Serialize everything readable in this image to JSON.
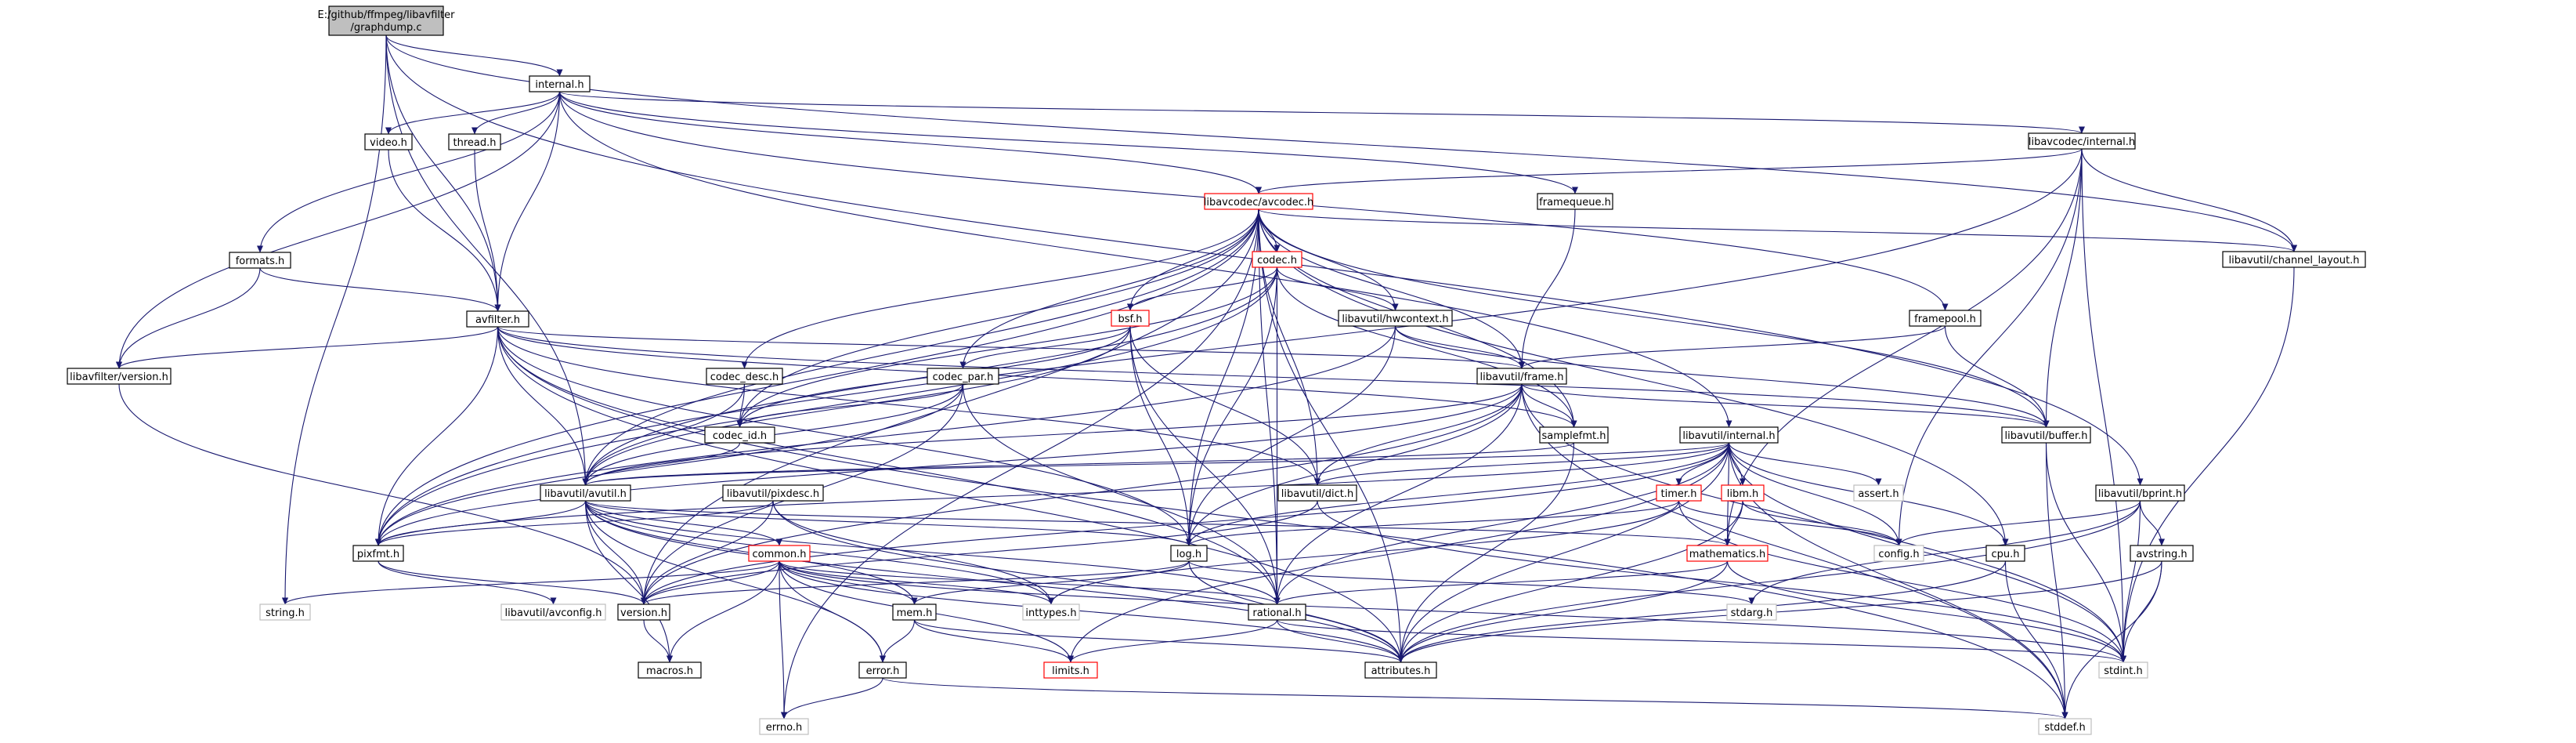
{
  "graph": {
    "root": {
      "id": "root",
      "lines": [
        "E:/github/ffmpeg/libavfilter",
        "/graphdump.c"
      ]
    },
    "nodes": [
      {
        "id": "internal_h",
        "label": "internal.h"
      },
      {
        "id": "video_h",
        "label": "video.h"
      },
      {
        "id": "thread_h",
        "label": "thread.h"
      },
      {
        "id": "formats_h",
        "label": "formats.h"
      },
      {
        "id": "avfilter_h",
        "label": "avfilter.h"
      },
      {
        "id": "lavfi_version",
        "label": "libavfilter/version.h"
      },
      {
        "id": "string_h",
        "label": "string.h"
      },
      {
        "id": "avcodec_internal",
        "label": "libavcodec/internal.h"
      },
      {
        "id": "avcodec_h",
        "label": "libavcodec/avcodec.h"
      },
      {
        "id": "framequeue_h",
        "label": "framequeue.h"
      },
      {
        "id": "codec_h",
        "label": "codec.h"
      },
      {
        "id": "bsf_h",
        "label": "bsf.h"
      },
      {
        "id": "hwcontext_h",
        "label": "libavutil/hwcontext.h"
      },
      {
        "id": "framepool_h",
        "label": "framepool.h"
      },
      {
        "id": "channel_layout",
        "label": "libavutil/channel_layout.h"
      },
      {
        "id": "codec_desc",
        "label": "codec_desc.h"
      },
      {
        "id": "codec_par",
        "label": "codec_par.h"
      },
      {
        "id": "codec_id",
        "label": "codec_id.h"
      },
      {
        "id": "frame_h",
        "label": "libavutil/frame.h"
      },
      {
        "id": "samplefmt_h",
        "label": "samplefmt.h"
      },
      {
        "id": "buffer_h",
        "label": "libavutil/buffer.h"
      },
      {
        "id": "avutil_internal",
        "label": "libavutil/internal.h"
      },
      {
        "id": "avutil_h",
        "label": "libavutil/avutil.h"
      },
      {
        "id": "pixdesc_h",
        "label": "libavutil/pixdesc.h"
      },
      {
        "id": "dict_h",
        "label": "libavutil/dict.h"
      },
      {
        "id": "timer_h",
        "label": "timer.h"
      },
      {
        "id": "libm_h",
        "label": "libm.h"
      },
      {
        "id": "assert_h",
        "label": "assert.h"
      },
      {
        "id": "bprint_h",
        "label": "libavutil/bprint.h"
      },
      {
        "id": "pixfmt_h",
        "label": "pixfmt.h"
      },
      {
        "id": "common_h",
        "label": "common.h"
      },
      {
        "id": "log_h",
        "label": "log.h"
      },
      {
        "id": "mathematics_h",
        "label": "mathematics.h"
      },
      {
        "id": "config_h",
        "label": "config.h"
      },
      {
        "id": "cpu_h",
        "label": "cpu.h"
      },
      {
        "id": "avstring_h",
        "label": "avstring.h"
      },
      {
        "id": "avconfig_h",
        "label": "libavutil/avconfig.h"
      },
      {
        "id": "version_h",
        "label": "version.h"
      },
      {
        "id": "inttypes_h",
        "label": "inttypes.h"
      },
      {
        "id": "mem_h",
        "label": "mem.h"
      },
      {
        "id": "rational_h",
        "label": "rational.h"
      },
      {
        "id": "stdarg_h",
        "label": "stdarg.h"
      },
      {
        "id": "macros_h",
        "label": "macros.h"
      },
      {
        "id": "error_h",
        "label": "error.h"
      },
      {
        "id": "limits_h",
        "label": "limits.h"
      },
      {
        "id": "attributes_h",
        "label": "attributes.h"
      },
      {
        "id": "stdint_h",
        "label": "stdint.h"
      },
      {
        "id": "errno_h",
        "label": "errno.h"
      },
      {
        "id": "stddef_h",
        "label": "stddef.h"
      }
    ],
    "edges": [
      [
        "root",
        "internal_h"
      ],
      [
        "root",
        "avfilter_h"
      ],
      [
        "root",
        "string_h"
      ],
      [
        "root",
        "avutil_h"
      ],
      [
        "root",
        "channel_layout"
      ],
      [
        "root",
        "bprint_h"
      ],
      [
        "internal_h",
        "video_h"
      ],
      [
        "internal_h",
        "thread_h"
      ],
      [
        "internal_h",
        "formats_h"
      ],
      [
        "internal_h",
        "avfilter_h"
      ],
      [
        "internal_h",
        "lavfi_version"
      ],
      [
        "internal_h",
        "avcodec_internal"
      ],
      [
        "internal_h",
        "avcodec_h"
      ],
      [
        "internal_h",
        "framequeue_h"
      ],
      [
        "internal_h",
        "framepool_h"
      ],
      [
        "internal_h",
        "avutil_internal"
      ],
      [
        "video_h",
        "avfilter_h"
      ],
      [
        "thread_h",
        "avfilter_h"
      ],
      [
        "formats_h",
        "avfilter_h"
      ],
      [
        "formats_h",
        "lavfi_version"
      ],
      [
        "avfilter_h",
        "lavfi_version"
      ],
      [
        "avfilter_h",
        "avutil_h"
      ],
      [
        "avfilter_h",
        "pixfmt_h"
      ],
      [
        "avfilter_h",
        "frame_h"
      ],
      [
        "avfilter_h",
        "buffer_h"
      ],
      [
        "avfilter_h",
        "dict_h"
      ],
      [
        "avfilter_h",
        "log_h"
      ],
      [
        "avfilter_h",
        "samplefmt_h"
      ],
      [
        "avfilter_h",
        "rational_h"
      ],
      [
        "avfilter_h",
        "attributes_h"
      ],
      [
        "avfilter_h",
        "stddef_h"
      ],
      [
        "lavfi_version",
        "version_h"
      ],
      [
        "avcodec_internal",
        "avcodec_h"
      ],
      [
        "avcodec_internal",
        "buffer_h"
      ],
      [
        "avcodec_internal",
        "channel_layout"
      ],
      [
        "avcodec_internal",
        "mathematics_h"
      ],
      [
        "avcodec_internal",
        "pixfmt_h"
      ],
      [
        "avcodec_internal",
        "stdint_h"
      ],
      [
        "avcodec_internal",
        "config_h"
      ],
      [
        "avcodec_h",
        "codec_h"
      ],
      [
        "avcodec_h",
        "bsf_h"
      ],
      [
        "avcodec_h",
        "hwcontext_h"
      ],
      [
        "avcodec_h",
        "codec_desc"
      ],
      [
        "avcodec_h",
        "codec_par"
      ],
      [
        "avcodec_h",
        "codec_id"
      ],
      [
        "avcodec_h",
        "frame_h"
      ],
      [
        "avcodec_h",
        "samplefmt_h"
      ],
      [
        "avcodec_h",
        "buffer_h"
      ],
      [
        "avcodec_h",
        "channel_layout"
      ],
      [
        "avcodec_h",
        "avutil_h"
      ],
      [
        "avcodec_h",
        "pixfmt_h"
      ],
      [
        "avcodec_h",
        "dict_h"
      ],
      [
        "avcodec_h",
        "log_h"
      ],
      [
        "avcodec_h",
        "rational_h"
      ],
      [
        "avcodec_h",
        "attributes_h"
      ],
      [
        "avcodec_h",
        "cpu_h"
      ],
      [
        "avcodec_h",
        "errno_h"
      ],
      [
        "avcodec_h",
        "version_h"
      ],
      [
        "codec_h",
        "bsf_h"
      ],
      [
        "codec_h",
        "hwcontext_h"
      ],
      [
        "codec_h",
        "codec_id"
      ],
      [
        "codec_h",
        "avutil_h"
      ],
      [
        "codec_h",
        "samplefmt_h"
      ],
      [
        "codec_h",
        "log_h"
      ],
      [
        "codec_h",
        "rational_h"
      ],
      [
        "codec_h",
        "pixfmt_h"
      ],
      [
        "bsf_h",
        "codec_par"
      ],
      [
        "bsf_h",
        "codec_id"
      ],
      [
        "bsf_h",
        "dict_h"
      ],
      [
        "bsf_h",
        "log_h"
      ],
      [
        "bsf_h",
        "rational_h"
      ],
      [
        "bsf_h",
        "avutil_h"
      ],
      [
        "hwcontext_h",
        "frame_h"
      ],
      [
        "hwcontext_h",
        "buffer_h"
      ],
      [
        "hwcontext_h",
        "pixfmt_h"
      ],
      [
        "hwcontext_h",
        "log_h"
      ],
      [
        "framequeue_h",
        "frame_h"
      ],
      [
        "framepool_h",
        "frame_h"
      ],
      [
        "framepool_h",
        "buffer_h"
      ],
      [
        "channel_layout",
        "stdint_h"
      ],
      [
        "codec_desc",
        "codec_id"
      ],
      [
        "codec_desc",
        "avutil_h"
      ],
      [
        "codec_par",
        "codec_id"
      ],
      [
        "codec_par",
        "avutil_h"
      ],
      [
        "codec_par",
        "pixfmt_h"
      ],
      [
        "codec_par",
        "rational_h"
      ],
      [
        "codec_par",
        "version_h"
      ],
      [
        "codec_id",
        "avutil_h"
      ],
      [
        "frame_h",
        "avutil_h"
      ],
      [
        "frame_h",
        "buffer_h"
      ],
      [
        "frame_h",
        "dict_h"
      ],
      [
        "frame_h",
        "rational_h"
      ],
      [
        "frame_h",
        "samplefmt_h"
      ],
      [
        "frame_h",
        "pixfmt_h"
      ],
      [
        "frame_h",
        "version_h"
      ],
      [
        "frame_h",
        "stddef_h"
      ],
      [
        "frame_h",
        "stdint_h"
      ],
      [
        "frame_h",
        "log_h"
      ],
      [
        "samplefmt_h",
        "avutil_h"
      ],
      [
        "samplefmt_h",
        "attributes_h"
      ],
      [
        "buffer_h",
        "stddef_h"
      ],
      [
        "buffer_h",
        "stdint_h"
      ],
      [
        "avutil_internal",
        "avutil_h"
      ],
      [
        "avutil_internal",
        "assert_h"
      ],
      [
        "avutil_internal",
        "timer_h"
      ],
      [
        "avutil_internal",
        "libm_h"
      ],
      [
        "avutil_internal",
        "config_h"
      ],
      [
        "avutil_internal",
        "dict_h"
      ],
      [
        "avutil_internal",
        "pixfmt_h"
      ],
      [
        "avutil_internal",
        "version_h"
      ],
      [
        "avutil_internal",
        "attributes_h"
      ],
      [
        "avutil_internal",
        "cpu_h"
      ],
      [
        "avutil_internal",
        "stdint_h"
      ],
      [
        "avutil_internal",
        "stddef_h"
      ],
      [
        "avutil_internal",
        "mathematics_h"
      ],
      [
        "avutil_internal",
        "limits_h"
      ],
      [
        "avutil_internal",
        "log_h"
      ],
      [
        "avutil_internal",
        "rational_h"
      ],
      [
        "avutil_h",
        "pixfmt_h"
      ],
      [
        "avutil_h",
        "common_h"
      ],
      [
        "avutil_h",
        "log_h"
      ],
      [
        "avutil_h",
        "mathematics_h"
      ],
      [
        "avutil_h",
        "macros_h"
      ],
      [
        "avutil_h",
        "version_h"
      ],
      [
        "avutil_h",
        "rational_h"
      ],
      [
        "avutil_h",
        "attributes_h"
      ],
      [
        "avutil_h",
        "error_h"
      ],
      [
        "avutil_h",
        "mem_h"
      ],
      [
        "avutil_h",
        "inttypes_h"
      ],
      [
        "pixdesc_h",
        "pixfmt_h"
      ],
      [
        "pixdesc_h",
        "version_h"
      ],
      [
        "pixdesc_h",
        "inttypes_h"
      ],
      [
        "pixdesc_h",
        "attributes_h"
      ],
      [
        "dict_h",
        "stdint_h"
      ],
      [
        "dict_h",
        "version_h"
      ],
      [
        "timer_h",
        "config_h"
      ],
      [
        "timer_h",
        "log_h"
      ],
      [
        "timer_h",
        "inttypes_h"
      ],
      [
        "timer_h",
        "stdint_h"
      ],
      [
        "libm_h",
        "config_h"
      ],
      [
        "libm_h",
        "mathematics_h"
      ],
      [
        "libm_h",
        "attributes_h"
      ],
      [
        "bprint_h",
        "stdarg_h"
      ],
      [
        "bprint_h",
        "avstring_h"
      ],
      [
        "bprint_h",
        "attributes_h"
      ],
      [
        "bprint_h",
        "stdint_h"
      ],
      [
        "bprint_h",
        "config_h"
      ],
      [
        "pixfmt_h",
        "avconfig_h"
      ],
      [
        "pixfmt_h",
        "version_h"
      ],
      [
        "common_h",
        "string_h"
      ],
      [
        "common_h",
        "version_h"
      ],
      [
        "common_h",
        "macros_h"
      ],
      [
        "common_h",
        "mem_h"
      ],
      [
        "common_h",
        "inttypes_h"
      ],
      [
        "common_h",
        "error_h"
      ],
      [
        "common_h",
        "limits_h"
      ],
      [
        "common_h",
        "attributes_h"
      ],
      [
        "common_h",
        "errno_h"
      ],
      [
        "common_h",
        "stdint_h"
      ],
      [
        "common_h",
        "rational_h"
      ],
      [
        "log_h",
        "version_h"
      ],
      [
        "log_h",
        "attributes_h"
      ],
      [
        "log_h",
        "stdarg_h"
      ],
      [
        "log_h",
        "mem_h"
      ],
      [
        "mathematics_h",
        "rational_h"
      ],
      [
        "mathematics_h",
        "attributes_h"
      ],
      [
        "mathematics_h",
        "stdint_h"
      ],
      [
        "cpu_h",
        "attributes_h"
      ],
      [
        "cpu_h",
        "stddef_h"
      ],
      [
        "avstring_h",
        "stdint_h"
      ],
      [
        "avstring_h",
        "stddef_h"
      ],
      [
        "avstring_h",
        "attributes_h"
      ],
      [
        "version_h",
        "macros_h"
      ],
      [
        "mem_h",
        "error_h"
      ],
      [
        "mem_h",
        "limits_h"
      ],
      [
        "mem_h",
        "attributes_h"
      ],
      [
        "rational_h",
        "attributes_h"
      ],
      [
        "rational_h",
        "limits_h"
      ],
      [
        "rational_h",
        "stdint_h"
      ],
      [
        "error_h",
        "errno_h"
      ],
      [
        "error_h",
        "stddef_h"
      ]
    ]
  },
  "colors": {
    "node_border": "#000000",
    "incomplete_border": "#ff0000",
    "external_border": "#bfbfbf",
    "root_fill": "#bfbfbf",
    "edge": "#191970"
  }
}
